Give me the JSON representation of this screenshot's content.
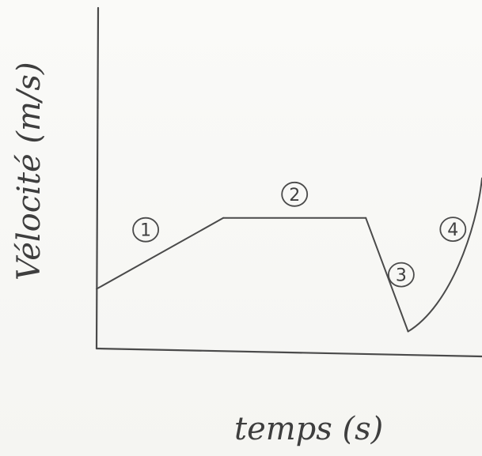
{
  "chart_data": {
    "type": "line",
    "title": "",
    "xlabel": "temps (s)",
    "ylabel": "Vélocité (m/s)",
    "x_ticks": [],
    "y_ticks": [],
    "grid": false,
    "legend": "none",
    "segments": [
      {
        "label": "1",
        "shape": "straight",
        "points": [
          [
            0,
            1.05
          ],
          [
            2.4,
            2.3
          ]
        ]
      },
      {
        "label": "2",
        "shape": "straight",
        "points": [
          [
            2.4,
            2.3
          ],
          [
            5.1,
            2.3
          ]
        ]
      },
      {
        "label": "3",
        "shape": "straight",
        "points": [
          [
            5.1,
            2.3
          ],
          [
            5.9,
            0.3
          ]
        ]
      },
      {
        "label": "4",
        "shape": "curve",
        "points": [
          [
            5.9,
            0.3
          ],
          [
            6.7,
            0.75
          ],
          [
            7.2,
            2.1
          ],
          [
            7.3,
            3.0
          ]
        ]
      }
    ],
    "xlim": [
      0,
      7.3
    ],
    "ylim": [
      0,
      6
    ],
    "colors": {
      "ink": "#4a4a4a",
      "paper": "#f7f7f5"
    }
  }
}
